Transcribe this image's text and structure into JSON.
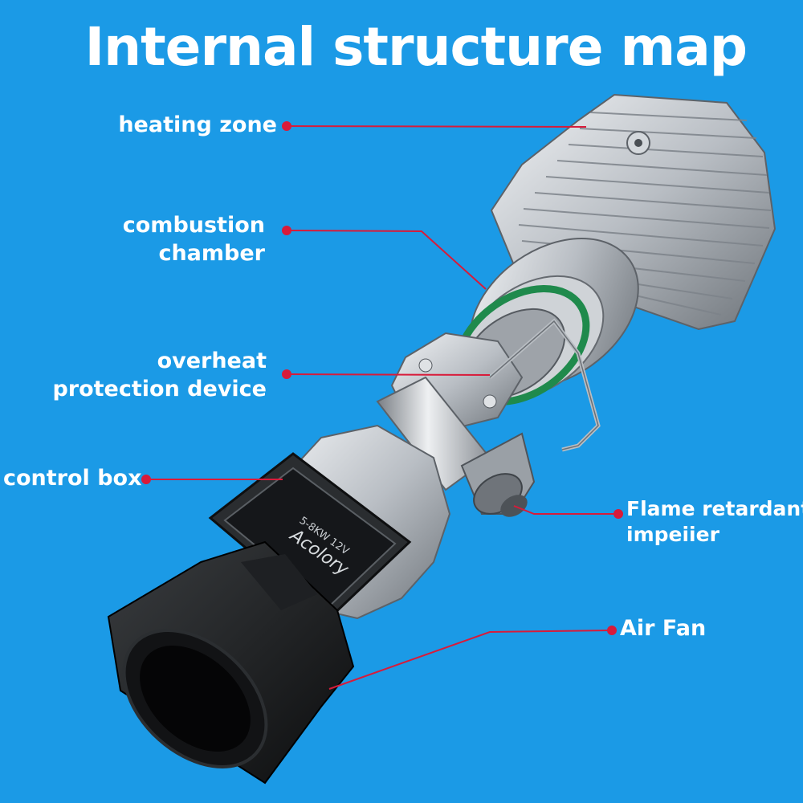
{
  "title": "Internal structure map",
  "labels": {
    "heating_zone": "heating zone",
    "combustion_chamber": [
      "combustion",
      "chamber"
    ],
    "overheat_protection": [
      "overheat",
      "protection device"
    ],
    "control_box": "control box",
    "flame_retardant": [
      "Flame retardant",
      "impeiier"
    ],
    "air_fan": "Air Fan"
  },
  "device_text": [
    "Acolory",
    "5-8KW 12V"
  ],
  "colors": {
    "background": "#1b9ae6",
    "leader_line": "#d81b3a",
    "text": "#ffffff"
  }
}
